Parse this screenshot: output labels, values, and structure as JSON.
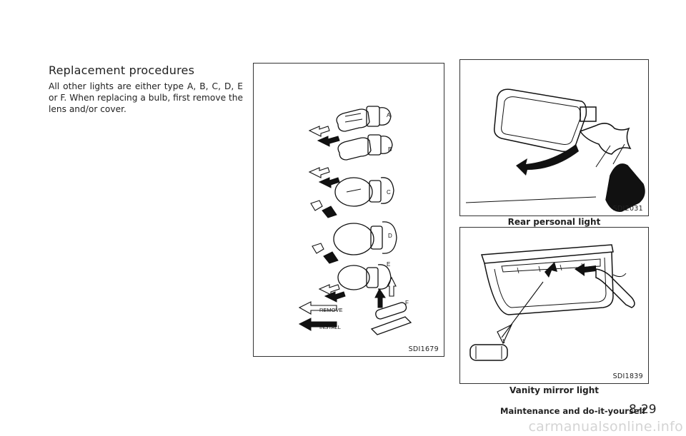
{
  "section": {
    "heading": "Replacement procedures",
    "body": "All other lights are either type A, B, C, D, E or F. When replacing a bulb, first remove the lens and/or cover."
  },
  "figures": {
    "bulbs": {
      "code": "SDI1679",
      "labels": [
        "A",
        "B",
        "C",
        "D",
        "E",
        "F"
      ],
      "legend_remove": "REMOVE",
      "legend_install": "INSTALL"
    },
    "rear_light": {
      "code": "SDI2031",
      "caption": "Rear personal light"
    },
    "vanity": {
      "code": "SDI1839",
      "caption": "Vanity mirror light"
    }
  },
  "footer": {
    "section": "Maintenance and do-it-yourself",
    "page": "8-29"
  },
  "watermark": "carmanualsonline.info"
}
